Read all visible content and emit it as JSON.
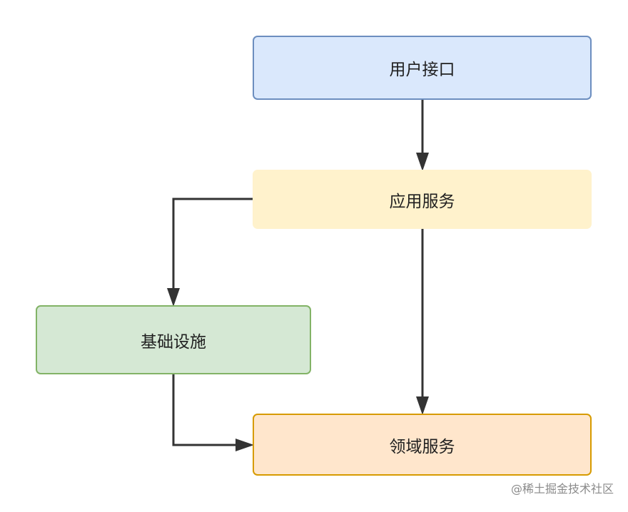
{
  "nodes": {
    "user_interface": "用户接口",
    "application_service": "应用服务",
    "infrastructure": "基础设施",
    "domain_service": "领域服务"
  },
  "edges": [
    {
      "from": "用户接口",
      "to": "应用服务"
    },
    {
      "from": "应用服务",
      "to": "基础设施"
    },
    {
      "from": "应用服务",
      "to": "领域服务"
    },
    {
      "from": "基础设施",
      "to": "领域服务"
    }
  ],
  "watermark": "@稀土掘金技术社区",
  "colors": {
    "user_interface_fill": "#dae8fc",
    "user_interface_border": "#6c8ebf",
    "application_service_fill": "#fff2cc",
    "infrastructure_fill": "#d5e8d4",
    "infrastructure_border": "#82b366",
    "domain_service_fill": "#ffe6cc",
    "domain_service_border": "#d79b00",
    "arrow": "#333333"
  }
}
